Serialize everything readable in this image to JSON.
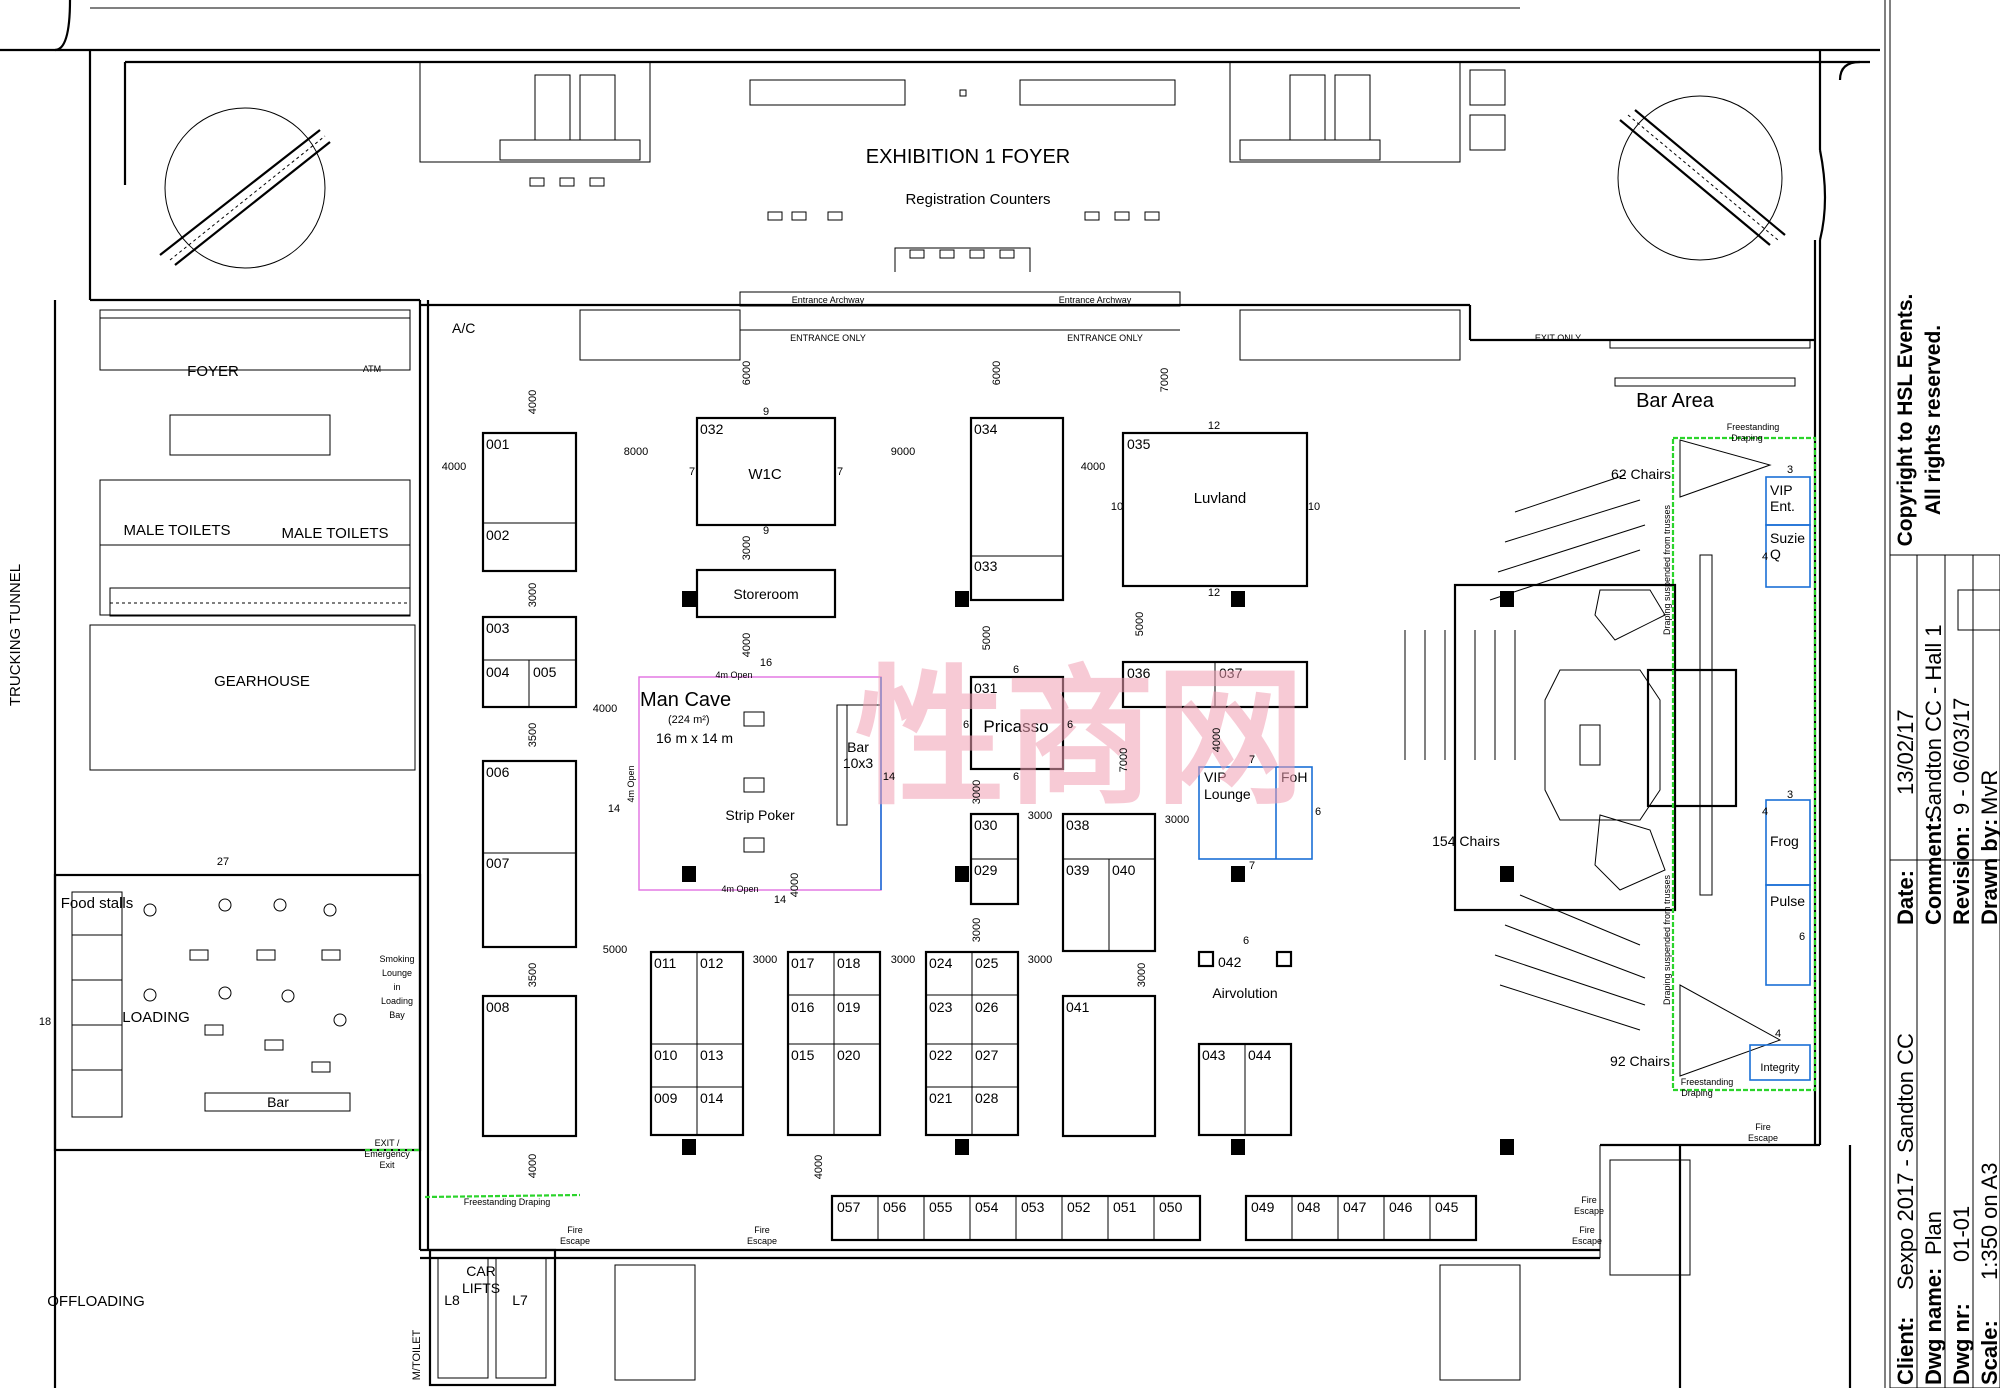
{
  "title_block": {
    "copyright_line1": "Copyright to HSL Events.",
    "copyright_line2": "All rights reserved.",
    "fields": [
      {
        "label": "Client:",
        "value": "Sexpo 2017 - Sandton CC"
      },
      {
        "label": "Dwg name:",
        "value": "Plan"
      },
      {
        "label": "Dwg nr:",
        "value": "01-01"
      },
      {
        "label": "Scale:",
        "value": "1:350 on A3"
      }
    ],
    "fields_right": [
      {
        "label": "Date:",
        "value": "13/02/17"
      },
      {
        "label": "Comment:",
        "value": "Sandton CC - Hall 1"
      },
      {
        "label": "Revision:",
        "value": "9 - 06/03/17"
      },
      {
        "label": "Drawn by:",
        "value": "MvR"
      }
    ]
  },
  "areas": {
    "exhibition_foyer": "EXHIBITION 1 FOYER",
    "registration": "Registration Counters",
    "entrance_archway": "Entrance Archway",
    "entrance_only": "ENTRANCE ONLY",
    "exit_only": "EXIT ONLY",
    "ac": "A/C",
    "foyer": "FOYER",
    "atm": "ATM",
    "male_toilets": "MALE TOILETS",
    "gearhouse": "GEARHOUSE",
    "trucking_tunnel": "TRUCKING TUNNEL",
    "loading": "LOADING",
    "food_stalls": "Food stalls",
    "bar": "Bar",
    "smoking_lounge": [
      "Smoking",
      "Lounge",
      "in",
      "Loading",
      "Bay"
    ],
    "exit_emergency": [
      "EXIT /",
      "Emergency",
      "Exit"
    ],
    "freestanding_draping": "Freestanding Draping",
    "offloading": "OFFLOADING",
    "car_lifts": [
      "CAR",
      "LIFTS"
    ],
    "l8": "L8",
    "l7": "L7",
    "m_toilet": "M/TOILET",
    "fire_escape": [
      "Fire",
      "Escape"
    ],
    "bar_area": "Bar Area",
    "chairs_62": "62 Chairs",
    "chairs_154": "154 Chairs",
    "chairs_92": "92 Chairs",
    "draping_suspended": "Draping suspended from trusses",
    "freestanding": "Freestanding",
    "draping": "Draping",
    "watermark": "性商网"
  },
  "features": {
    "man_cave_title": "Man Cave",
    "man_cave_area": "(224 m²)",
    "man_cave_size": "16 m x 14 m",
    "man_cave_bar": [
      "Bar",
      "10x3"
    ],
    "strip_poker": "Strip Poker",
    "open_4m": "4m Open",
    "storeroom": "Storeroom",
    "w1c": "W1C",
    "luvland": "Luvland",
    "pricasso": "Pricasso",
    "vip_lounge": [
      "VIP",
      "Lounge"
    ],
    "foh": "FoH",
    "airvolution": "Airvolution",
    "vip_ent": [
      "VIP",
      "Ent."
    ],
    "suzie_q": [
      "Suzie",
      "Q"
    ],
    "frog": "Frog",
    "pulse": "Pulse",
    "integrity": "Integrity"
  },
  "booths": [
    "001",
    "002",
    "003",
    "004",
    "005",
    "006",
    "007",
    "008",
    "009",
    "010",
    "011",
    "012",
    "013",
    "014",
    "015",
    "016",
    "017",
    "018",
    "019",
    "020",
    "021",
    "022",
    "023",
    "024",
    "025",
    "026",
    "027",
    "028",
    "029",
    "030",
    "031",
    "032",
    "033",
    "034",
    "035",
    "036",
    "037",
    "038",
    "039",
    "040",
    "041",
    "042",
    "043",
    "044",
    "045",
    "046",
    "047",
    "048",
    "049",
    "050",
    "051",
    "052",
    "053",
    "054",
    "055",
    "056",
    "057"
  ],
  "dimensions": [
    "4000",
    "8000",
    "9000",
    "6000",
    "7000",
    "3000",
    "5000",
    "3500",
    "16",
    "12",
    "10",
    "9",
    "7",
    "6",
    "4",
    "3",
    "14",
    "27",
    "18"
  ],
  "colors": {
    "draping_green": "#2bd42b",
    "feature_blue": "#1a6fd6",
    "man_cave_pink": "#e070e0",
    "watermark": "#f2a0b4"
  }
}
